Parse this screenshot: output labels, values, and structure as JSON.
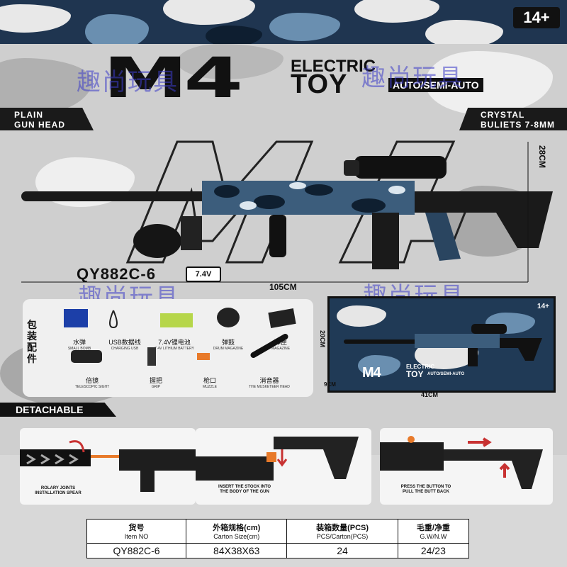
{
  "age_badge": "14+",
  "logo": {
    "main": "M4",
    "line1": "ELECTRIC",
    "line2": "TOY",
    "mode": "AUTO/SEMI-AUTO"
  },
  "tags": {
    "plain_head": [
      "PLAIN",
      "GUN HEAD"
    ],
    "crystal": [
      "CRYSTAL",
      "BULIETS 7-8MM"
    ]
  },
  "watermark": "趣尚玩具",
  "dimensions": {
    "height": "28CM",
    "length": "105CM"
  },
  "model": "QY882C-6",
  "battery_label": "7.4V",
  "accessories": {
    "title": "包装配件",
    "items": [
      {
        "cn": "水弹",
        "en": "SMALL BOMB"
      },
      {
        "cn": "USB数据线",
        "en": "CHARGING USB"
      },
      {
        "cn": "7.4V锂电池",
        "en": "7.4V LITHIUM BATTERY"
      },
      {
        "cn": "弹鼓",
        "en": "DRUM MAGAZINE"
      },
      {
        "cn": "弹匣",
        "en": "MAGAZINE"
      },
      {
        "cn": "倍镜",
        "en": "TELESCOPIC SIGHT"
      },
      {
        "cn": "握把",
        "en": "GRIP"
      },
      {
        "cn": "枪口",
        "en": "MUZZLE"
      },
      {
        "cn": "消音器",
        "en": "THE MUSKETEER HEAD"
      }
    ]
  },
  "box": {
    "width": "41CM",
    "height": "20CM",
    "depth": "9CM",
    "badge": "14+",
    "mode": "AUTO/SEMI-AUTO",
    "logo_line1": "ELECTRIC",
    "logo_line2": "TOY",
    "logo_main": "M4"
  },
  "detachable_label": "DETACHABLE",
  "steps": [
    {
      "caption": [
        "ROLARY JOINTS",
        "INSTALLATION SPEAR"
      ]
    },
    {
      "caption": [
        "INSERT THE STOCK INTO",
        "THE BODY OF THE GUN"
      ]
    },
    {
      "caption": [
        "PRESS THE BUTTON TO",
        "PULL THE BUTT BACK"
      ]
    }
  ],
  "spec_table": {
    "headers": [
      {
        "cn": "货号",
        "en": "Item NO"
      },
      {
        "cn": "外箱规格(cm)",
        "en": "Carton Size(cm)"
      },
      {
        "cn": "装箱数量(PCS)",
        "en": "PCS/Carton(PCS)"
      },
      {
        "cn": "毛重/净重",
        "en": "G.W/N.W"
      }
    ],
    "values": [
      "QY882C-6",
      "84X38X63",
      "24",
      "24/23"
    ]
  },
  "colors": {
    "camo_dark": "#1f3550",
    "camo_mid": "#5a7fa0",
    "camo_light": "#e6e6e6",
    "watermark": "#3c3cc8"
  }
}
